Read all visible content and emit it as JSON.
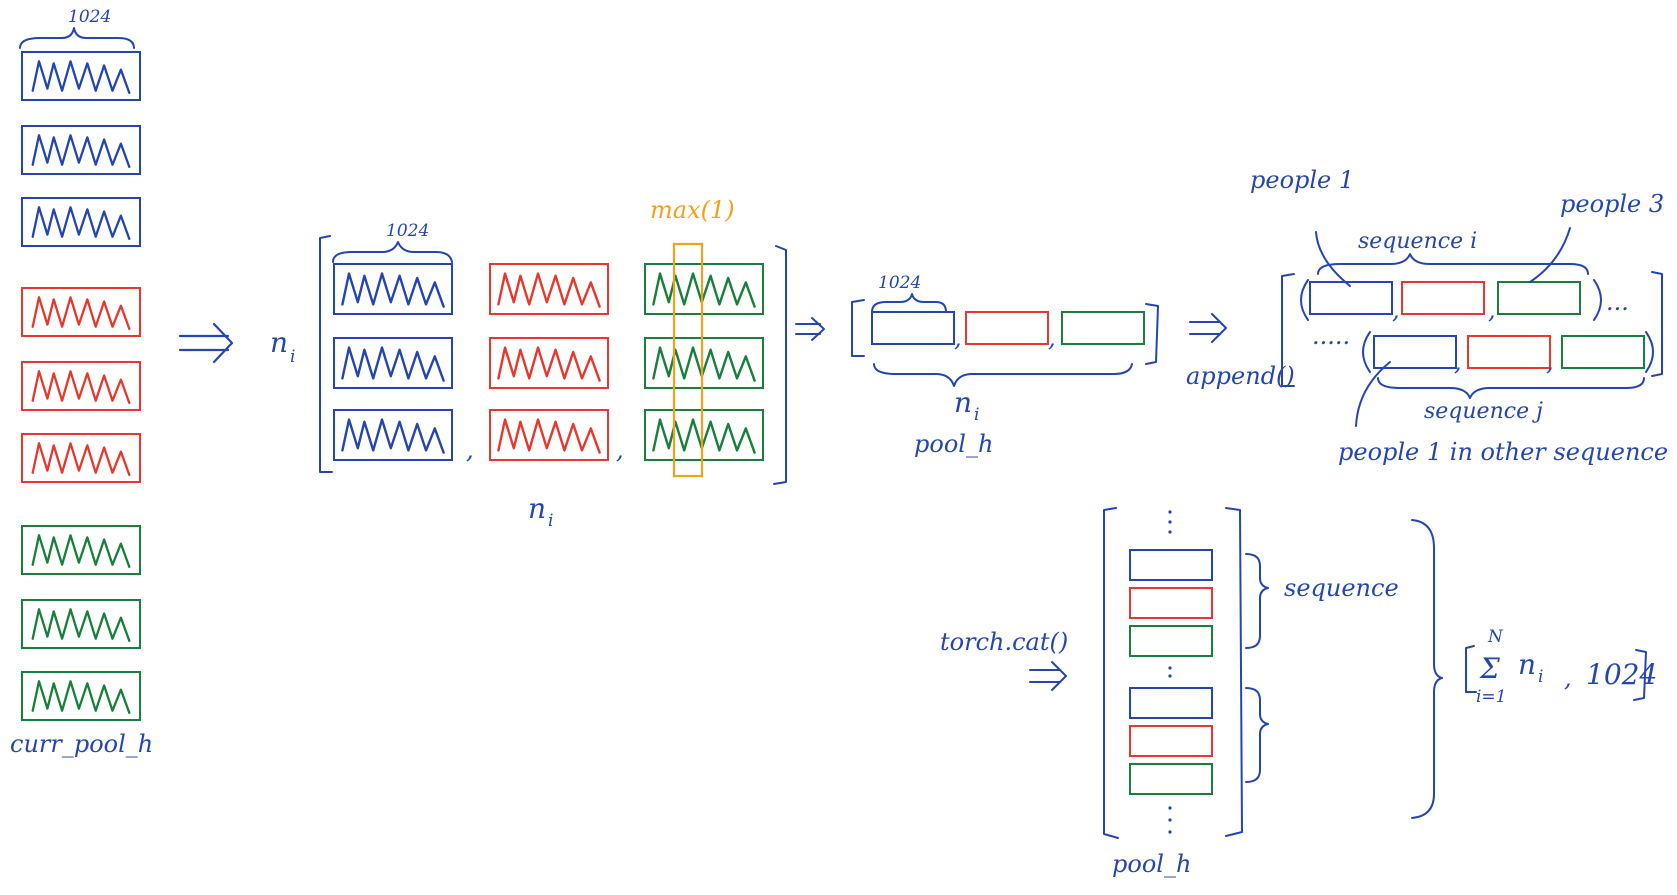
{
  "colors": {
    "blue": "#2446b3",
    "red": "#e8382c",
    "green": "#17803a",
    "orange": "#f5a01a"
  },
  "labels": {
    "dim_1024_a": "1024",
    "dim_1024_b": "1024",
    "dim_1024_c": "1024",
    "curr_pool_h": "curr_pool_h",
    "n_i_left": "n",
    "n_i_left_sub": "i",
    "n_i_bottom": "n",
    "n_i_bottom_sub": "i",
    "max_op": "max(1)",
    "n_i_pool": "n",
    "n_i_pool_sub": "i",
    "pool_h_mid": "pool_h",
    "append_op": "append()",
    "people1": "people 1",
    "people3": "people 3",
    "sequence_i": "sequence i",
    "sequence_j": "sequence j",
    "people1_other": "people 1 in other sequence",
    "torch_cat": "torch.cat()",
    "sequence_label": "sequence",
    "pool_h_bottom": "pool_h",
    "sum_sup": "N",
    "sum_sub": "i=1",
    "sum_term": "n",
    "sum_term_sub": "i",
    "dim_1024_result": "1024",
    "sum_sigma": "Σ"
  },
  "left_stack": [
    {
      "color": "blue",
      "hatched": true
    },
    {
      "color": "blue",
      "hatched": true
    },
    {
      "color": "blue",
      "hatched": true
    },
    {
      "color": "red",
      "hatched": true
    },
    {
      "color": "red",
      "hatched": true
    },
    {
      "color": "red",
      "hatched": true
    },
    {
      "color": "green",
      "hatched": true
    },
    {
      "color": "green",
      "hatched": true
    },
    {
      "color": "green",
      "hatched": true
    }
  ],
  "matrix_columns": [
    "blue",
    "red",
    "green"
  ],
  "pooled_row": [
    "blue",
    "red",
    "green"
  ],
  "final_stack_groups": [
    [
      "blue",
      "red",
      "green"
    ],
    [
      "blue",
      "red",
      "green"
    ]
  ]
}
